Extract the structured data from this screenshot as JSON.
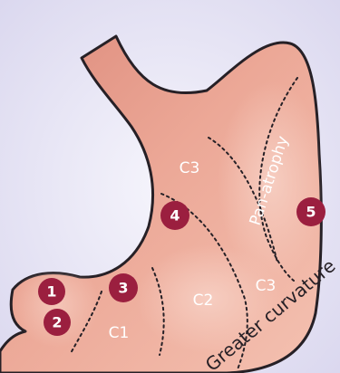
{
  "colors": {
    "background": "#eae8f6",
    "stomach_light": "#f0b8a6",
    "stomach_dark": "#d57f70",
    "outline": "#262026",
    "marker": "#9b1f3f",
    "label": "#ffffff"
  },
  "markers": [
    {
      "number": "1"
    },
    {
      "number": "2"
    },
    {
      "number": "3"
    },
    {
      "number": "4"
    },
    {
      "number": "5"
    }
  ],
  "zones": {
    "c1": "C1",
    "c2": "C2",
    "c3_upper": "C3",
    "c3_lower": "C3",
    "pan_atrophy": "Pan-atrophy"
  },
  "greater_curvature": "Greater curvature"
}
